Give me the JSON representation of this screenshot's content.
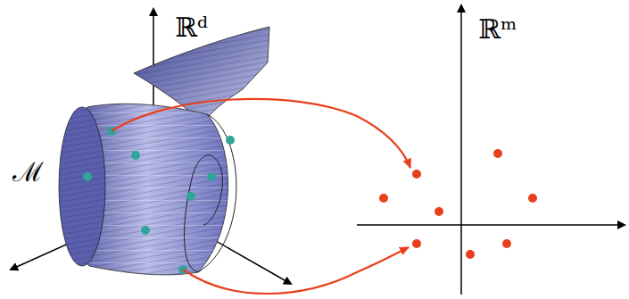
{
  "diagram": {
    "labels": [
      "ℝᵈ",
      "ℳ",
      "ℝᵐ"
    ]
  }
}
